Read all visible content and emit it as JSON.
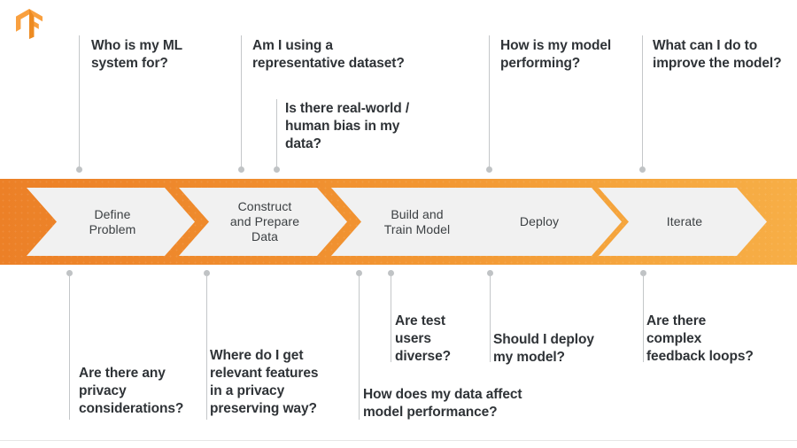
{
  "logo": {
    "name": "tensorflow-logo",
    "color_light": "#F9A03F",
    "color_dark": "#ED8B22"
  },
  "band": {
    "gradient_start": "#EC8027",
    "gradient_end": "#F7AE46",
    "chevron_fill": "#f1f1f1",
    "steps": [
      {
        "id": "define-problem",
        "label": "Define\nProblem"
      },
      {
        "id": "construct-prepare-data",
        "label": "Construct\nand Prepare\nData"
      },
      {
        "id": "build-train-model",
        "label": "Build and\nTrain Model"
      },
      {
        "id": "deploy",
        "label": "Deploy"
      },
      {
        "id": "iterate",
        "label": "Iterate"
      }
    ]
  },
  "questions_above": [
    {
      "id": "who-is-my-ml-system-for",
      "text": "Who is my ML\nsystem for?"
    },
    {
      "id": "representative-dataset",
      "text": "Am I using a\nrepresentative dataset?"
    },
    {
      "id": "real-world-human-bias",
      "text": "Is there real-world /\nhuman bias in my\ndata?"
    },
    {
      "id": "how-is-my-model-performing",
      "text": "How is my model\nperforming?"
    },
    {
      "id": "improve-the-model",
      "text": "What can I do to\nimprove the model?"
    }
  ],
  "questions_below": [
    {
      "id": "privacy-considerations",
      "text": "Are there any\nprivacy\nconsiderations?"
    },
    {
      "id": "relevant-features-privacy",
      "text": "Where do I get\nrelevant features\nin a privacy\npreserving way?"
    },
    {
      "id": "test-users-diverse",
      "text": "Are test\nusers\ndiverse?"
    },
    {
      "id": "data-affect-performance",
      "text": "How does my data affect\nmodel performance?"
    },
    {
      "id": "should-i-deploy",
      "text": "Should I deploy\nmy model?"
    },
    {
      "id": "complex-feedback-loops",
      "text": "Are there\ncomplex\nfeedback loops?"
    }
  ],
  "colors": {
    "text": "#2f3337",
    "chevron_text": "#3c4043",
    "connector": "#c4c7c9",
    "dot": "#c0c3c5",
    "background": "#ffffff"
  }
}
